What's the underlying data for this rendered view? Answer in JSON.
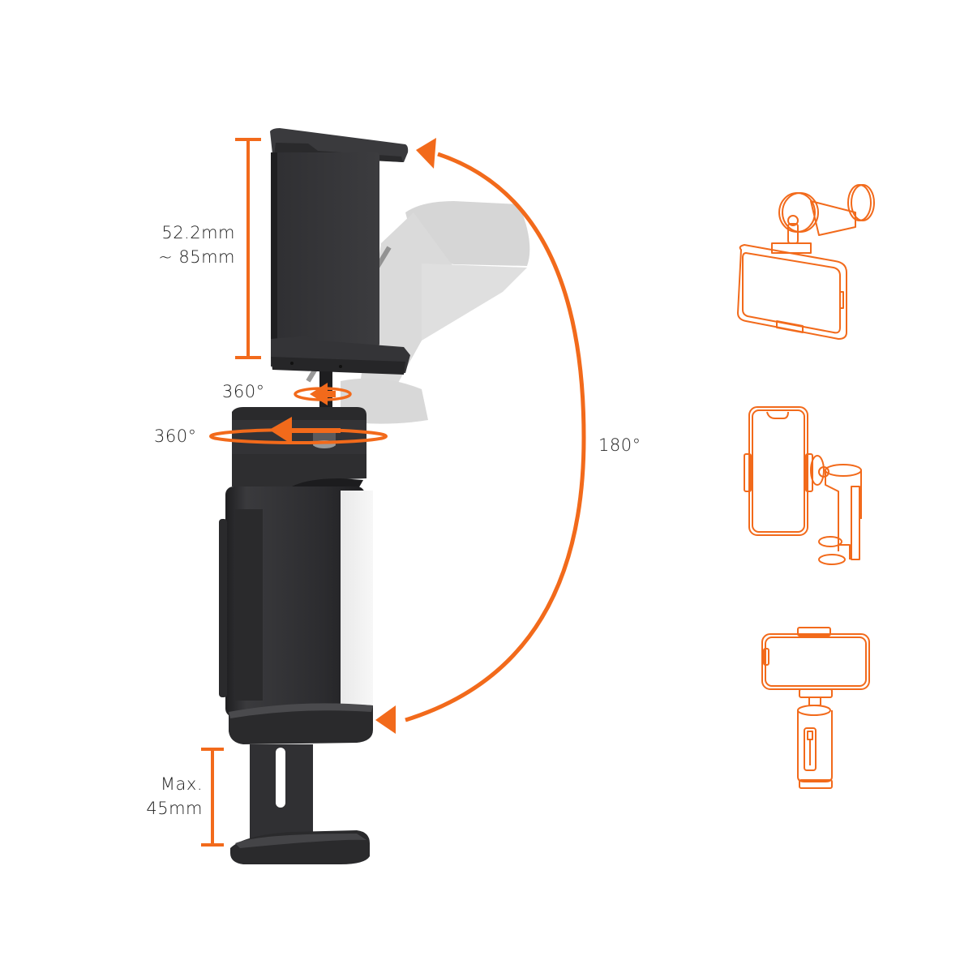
{
  "colors": {
    "accent": "#F26A1B",
    "device_dark": "#2B2B2D",
    "device_mid": "#3A3A3D",
    "device_edge": "#1C1C1E",
    "ghost": "#C9C9C9",
    "background": "#FFFFFF",
    "text": "#222222"
  },
  "dimensions": {
    "clamp_width_line1": "52.2mm",
    "clamp_width_line2": "~ 85mm",
    "upper_rotation": "360°",
    "lower_rotation": "360°",
    "tilt_range": "180°",
    "desk_thickness_line1": "Max.",
    "desk_thickness_line2": "45mm"
  },
  "usage_examples": [
    {
      "name": "landscape-ceiling-mount",
      "description": "Phone held horizontally under a clamp mount"
    },
    {
      "name": "portrait-side-clamp",
      "description": "Phone held vertically beside a side clamp"
    },
    {
      "name": "handheld-grip",
      "description": "Phone held horizontally on handheld grip stand"
    }
  ]
}
